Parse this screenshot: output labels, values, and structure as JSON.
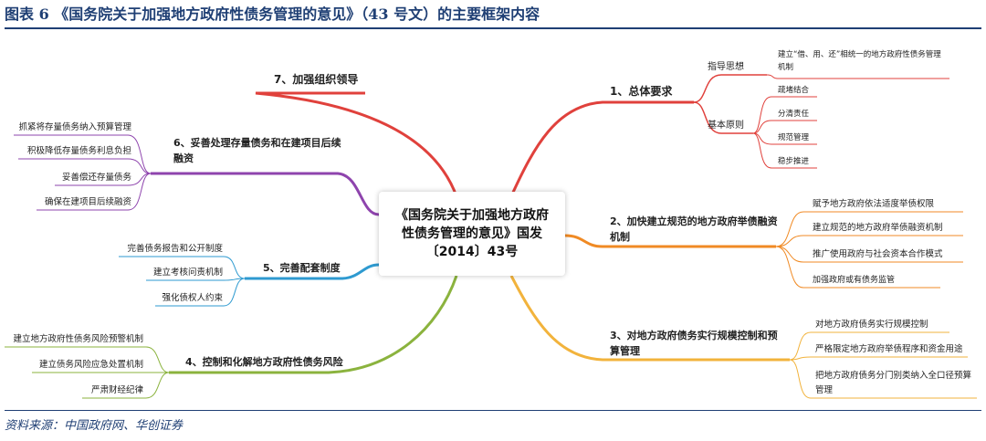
{
  "title": "图表 6  《国务院关于加强地方政府性债务管理的意见》（43 号文）的主要框架内容",
  "source": "资料来源：中国政府网、华创证券",
  "center": "《国务院关于加强地方政府性债务管理的意见》国发〔2014〕43号",
  "branches": {
    "b1": {
      "label": "1、总体要求",
      "subs": [
        {
          "label": "指导思想",
          "leaves": [
            "建立“借、用、还”相统一的地方政府性债务管理",
            "机制"
          ]
        },
        {
          "label": "基本原则",
          "leaves": [
            "疏堵结合",
            "分清责任",
            "规范管理",
            "稳步推进"
          ]
        }
      ]
    },
    "b2": {
      "label_lines": [
        "2、加快建立规范的地方政府举债融资",
        "机制"
      ],
      "leaves": [
        "赋予地方政府依法适度举债权限",
        "建立规范的地方政府举债融资机制",
        "推广使用政府与社会资本合作模式",
        "加强政府或有债务监管"
      ]
    },
    "b3": {
      "label_lines": [
        "3、对地方政府债务实行规模控制和预",
        "算管理"
      ],
      "leaves": [
        "对地方政府债务实行规模控制",
        "严格限定地方政府举债程序和资金用途",
        "把地方政府债务分门别类纳入全口径预算",
        "管理"
      ]
    },
    "b4": {
      "label": "4、控制和化解地方政府性债务风险",
      "leaves": [
        "建立地方政府性债务风险预警机制",
        "建立债务风险应急处置机制",
        "严肃财经纪律"
      ]
    },
    "b5": {
      "label": "5、完善配套制度",
      "leaves": [
        "完善债务报告和公开制度",
        "建立考核问责机制",
        "强化债权人约束"
      ]
    },
    "b6": {
      "label_lines": [
        "6、妥善处理存量债务和在建项目后续",
        "融资"
      ],
      "leaves": [
        "抓紧将存量债务纳入预算管理",
        "积极降低存量债务利息负担",
        "妥善偿还存量债务",
        "确保在建项目后续融资"
      ]
    },
    "b7": {
      "label": "7、加强组织领导"
    }
  },
  "colors": {
    "b1": "#E0413C",
    "b2": "#F08A24",
    "b3": "#F2B33C",
    "b4": "#8BB33E",
    "b5": "#2E9AD0",
    "b6": "#8E44AD",
    "b7": "#E0413C",
    "heading": "#1F3F74"
  }
}
